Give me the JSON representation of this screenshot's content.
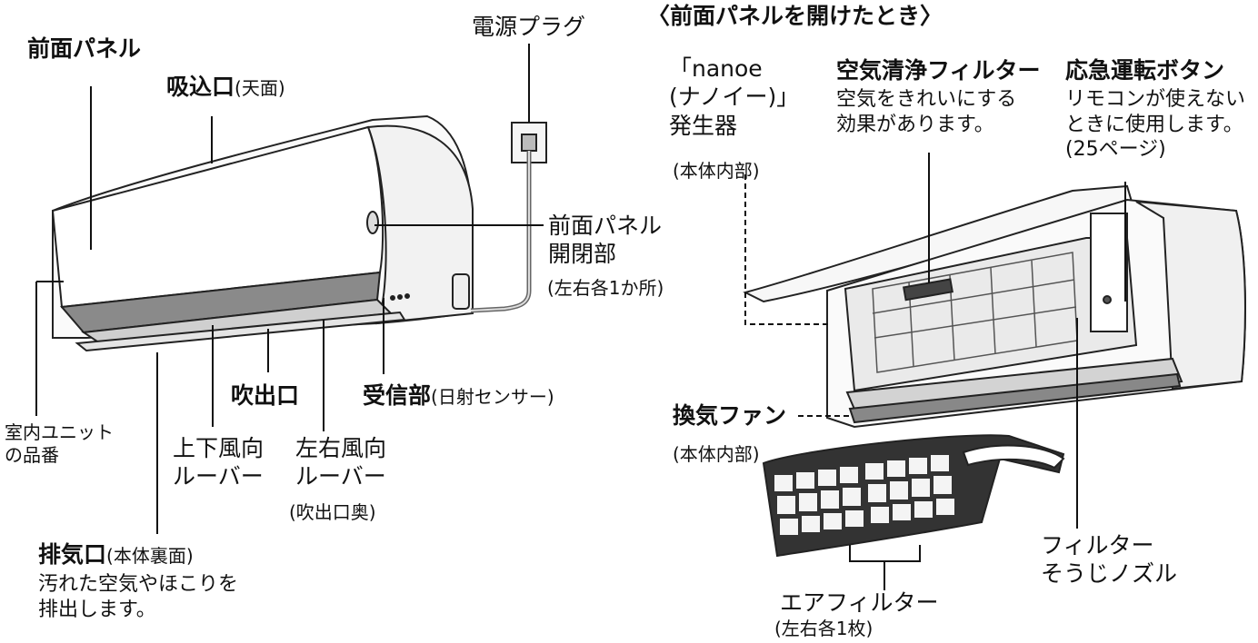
{
  "labels": {
    "front_panel": "前面パネル",
    "intake": "吸込口",
    "intake_sub": "(天面)",
    "power_plug": "電源プラグ",
    "front_panel_open": [
      "前面パネル",
      "開閉部"
    ],
    "front_panel_open_sub": "(左右各1か所)",
    "receiver": "受信部",
    "receiver_sub": "(日射センサー)",
    "outlet": "吹出口",
    "model_no": [
      "室内ユニット",
      "の品番"
    ],
    "ud_louver": [
      "上下風向",
      "ルーバー"
    ],
    "lr_louver": [
      "左右風向",
      "ルーバー"
    ],
    "lr_louver_sub": "(吹出口奥)",
    "exhaust": "排気口",
    "exhaust_sub": "(本体裏面)",
    "exhaust_desc": [
      "汚れた空気やほこりを",
      "排出します。"
    ],
    "panel_open_title": "〈前面パネルを開けたとき〉",
    "nanoe": [
      "「nanoe",
      "(ナノイー)」",
      "発生器"
    ],
    "nanoe_sub": "(本体内部)",
    "air_filter_clean": "空気清浄フィルター",
    "air_filter_clean_desc": [
      "空気をきれいにする",
      "効果があります。"
    ],
    "emergency_button": "応急運転ボタン",
    "emergency_desc": [
      "リモコンが使えない",
      "ときに使用します。",
      "(25ページ)"
    ],
    "vent_fan": "換気ファン",
    "vent_fan_sub": "(本体内部)",
    "filter_nozzle": [
      "フィルター",
      "そうじノズル"
    ],
    "air_filter": "エアフィルター",
    "air_filter_sub": "(左右各1枚)"
  }
}
